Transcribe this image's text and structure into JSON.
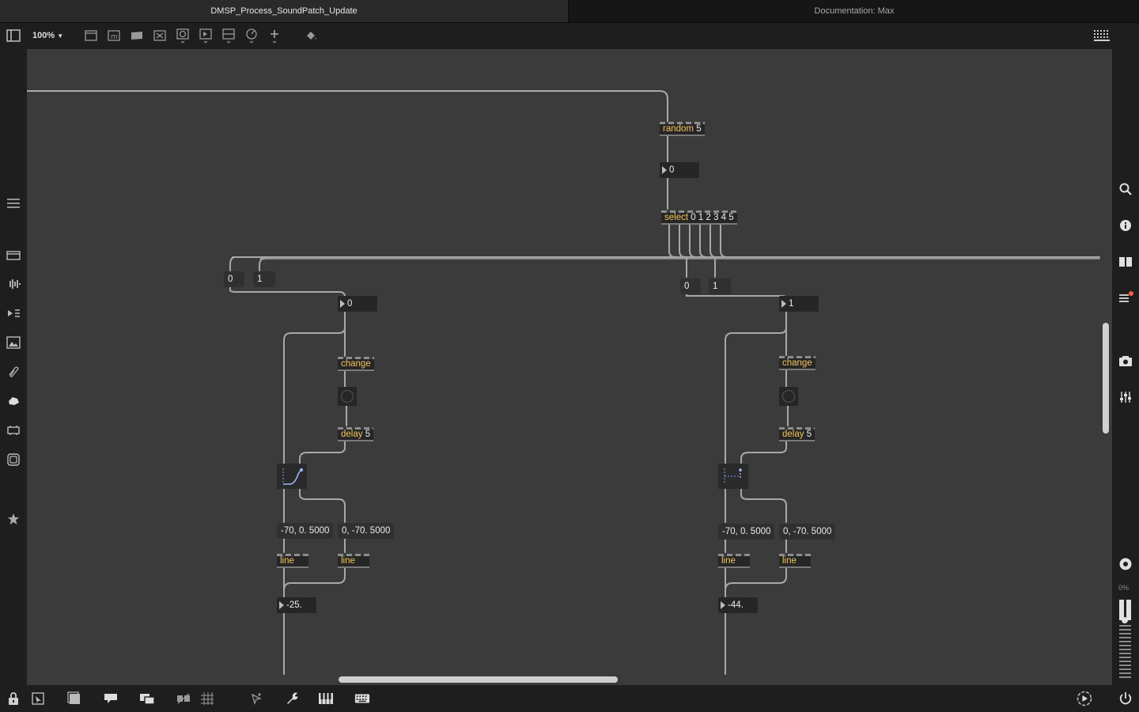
{
  "tabs": [
    {
      "label": "DMSP_Process_SoundPatch_Update",
      "active": true
    },
    {
      "label": "Documentation: Max",
      "active": false
    }
  ],
  "toolbar": {
    "zoom": "100%",
    "zoom_caret": "▼",
    "new_object_letter": "m"
  },
  "patch": {
    "random": {
      "name": "random",
      "arg": "5"
    },
    "random_out": "0",
    "select": {
      "name": "select",
      "arg": "0 1 2 3 4 5"
    },
    "left": {
      "msg_zero": "0",
      "msg_one": "1",
      "num_gate": "0",
      "change": "change",
      "delay": {
        "name": "delay",
        "arg": "5"
      },
      "fade_in": "-70, 0. 5000",
      "fade_out": "0, -70. 5000",
      "line_a": "line",
      "line_b": "line",
      "level": "-25."
    },
    "right": {
      "msg_zero": "0",
      "msg_one": "1",
      "num_gate": "1",
      "change": "change",
      "delay": {
        "name": "delay",
        "arg": "5"
      },
      "fade_in": "-70, 0. 5000",
      "fade_out": "0, -70. 5000",
      "line_a": "line",
      "line_b": "line",
      "level": "-44."
    }
  },
  "mixer": {
    "level_label": "0%"
  },
  "colors": {
    "canvas": "#3b3b3b",
    "object_text": "#f2c55c",
    "chrome": "#1e1e1e",
    "patch_cord": "#a8a8a8",
    "notification": "#ff5a45"
  }
}
